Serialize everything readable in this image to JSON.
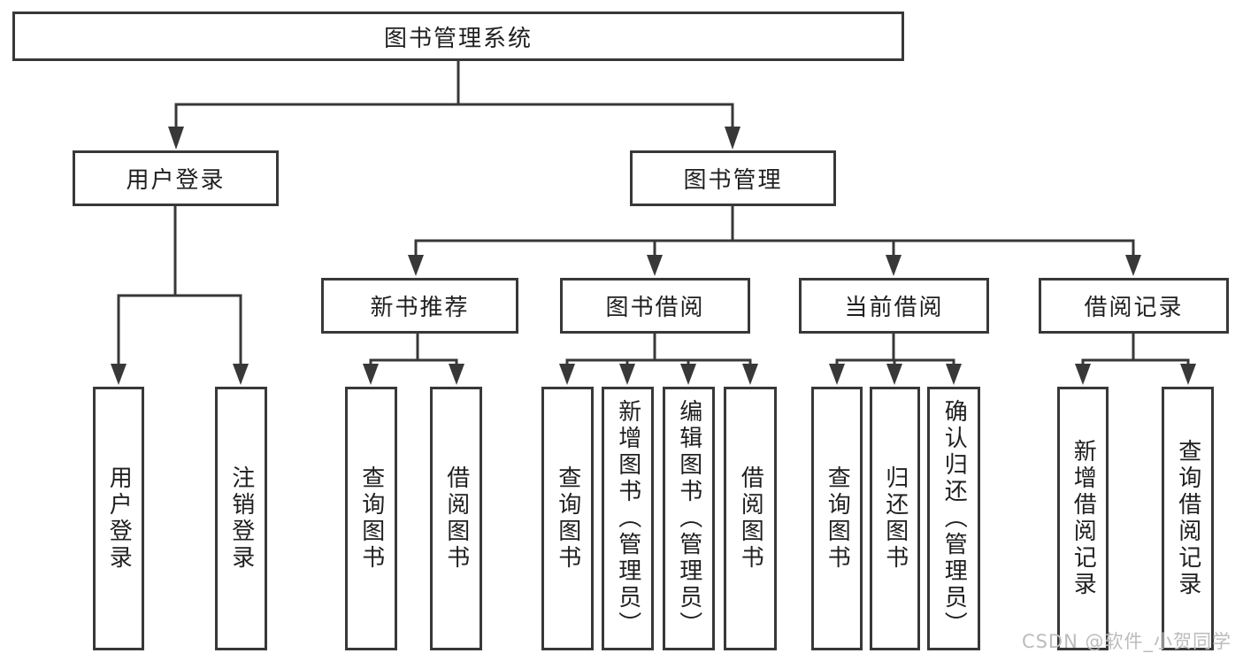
{
  "diagram": {
    "type": "hierarchy-tree",
    "title": "图书管理系统",
    "watermark": "CSDN @软件_小贺同学",
    "colors": {
      "line": "#383838",
      "box_border": "#383838",
      "box_fill": "#ffffff",
      "text": "#1f1f1f",
      "background": "#ffffff",
      "watermark": "#bcbcbc"
    },
    "nodes": {
      "root": {
        "label": "图书管理系统"
      },
      "user_login": {
        "label": "用户登录"
      },
      "book_management": {
        "label": "图书管理"
      },
      "new_book_recommend": {
        "label": "新书推荐"
      },
      "book_borrowing": {
        "label": "图书借阅"
      },
      "current_borrowing": {
        "label": "当前借阅"
      },
      "borrowing_records": {
        "label": "借阅记录"
      },
      "leaf_user_login": {
        "label": "用户登录"
      },
      "leaf_logout": {
        "label": "注销登录"
      },
      "leaf_query_book_1": {
        "label": "查询图书"
      },
      "leaf_borrow_book_1": {
        "label": "借阅图书"
      },
      "leaf_query_book_2": {
        "label": "查询图书"
      },
      "leaf_add_book_admin": {
        "label": "新增图书（管理员）"
      },
      "leaf_edit_book_admin": {
        "label": "编辑图书（管理员）"
      },
      "leaf_borrow_book_2": {
        "label": "借阅图书"
      },
      "leaf_query_book_3": {
        "label": "查询图书"
      },
      "leaf_return_book": {
        "label": "归还图书"
      },
      "leaf_confirm_return_admin": {
        "label": "确认归还（管理员）"
      },
      "leaf_add_borrow_record": {
        "label": "新增借阅记录"
      },
      "leaf_query_borrow_record": {
        "label": "查询借阅记录"
      }
    },
    "hierarchy": {
      "图书管理系统": [
        "用户登录",
        "图书管理"
      ],
      "用户登录": [
        "用户登录",
        "注销登录"
      ],
      "图书管理": [
        "新书推荐",
        "图书借阅",
        "当前借阅",
        "借阅记录"
      ],
      "新书推荐": [
        "查询图书",
        "借阅图书"
      ],
      "图书借阅": [
        "查询图书",
        "新增图书（管理员）",
        "编辑图书（管理员）",
        "借阅图书"
      ],
      "当前借阅": [
        "查询图书",
        "归还图书",
        "确认归还（管理员）"
      ],
      "借阅记录": [
        "新增借阅记录",
        "查询借阅记录"
      ]
    }
  }
}
